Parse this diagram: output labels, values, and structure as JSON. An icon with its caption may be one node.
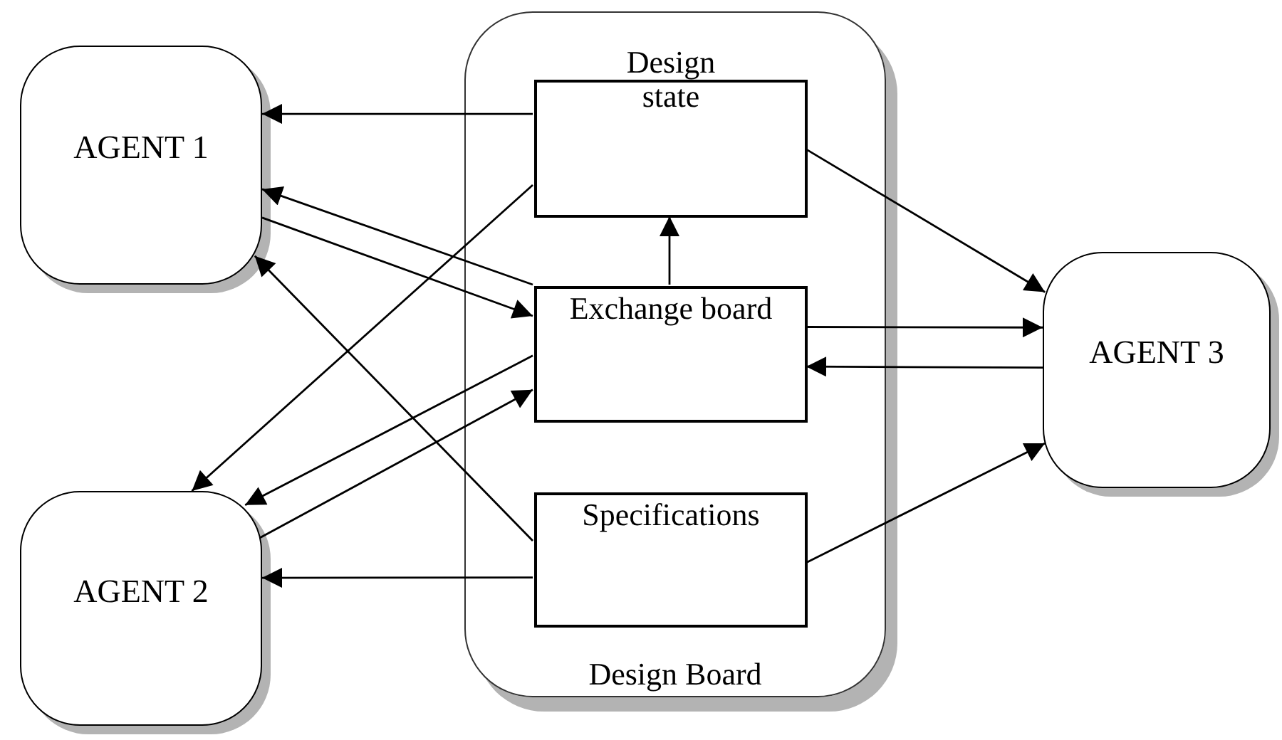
{
  "diagram": {
    "nodes": [
      {
        "text": [
          "AGENT 1"
        ]
      },
      {
        "text": [
          "AGENT 2"
        ]
      },
      {
        "text": [
          "Design Board"
        ]
      },
      {
        "text": [
          "Design state"
        ],
        "in": 2
      },
      {
        "text": [
          "Exchange board"
        ],
        "in": 2
      },
      {
        "text": [
          "Specifications"
        ],
        "in": 2
      },
      {
        "text": [
          "AGENT 3"
        ]
      }
    ],
    "edges": [
      {
        "from": 3,
        "to": 0,
        "arrow": "to"
      },
      {
        "from": 4,
        "to": 0,
        "arrow": "to"
      },
      {
        "from": 0,
        "to": 4,
        "arrow": "to"
      },
      {
        "from": 5,
        "to": 0,
        "arrow": "to"
      },
      {
        "from": 3,
        "to": 1,
        "arrow": "to"
      },
      {
        "from": 4,
        "to": 1,
        "arrow": "to"
      },
      {
        "from": 1,
        "to": 4,
        "arrow": "to"
      },
      {
        "from": 5,
        "to": 1,
        "arrow": "to"
      },
      {
        "from": 4,
        "to": 3,
        "arrow": "to"
      },
      {
        "from": 3,
        "to": 6,
        "arrow": "to"
      },
      {
        "from": 4,
        "to": 6,
        "arrow": "to"
      },
      {
        "from": 6,
        "to": 4,
        "arrow": "to"
      },
      {
        "from": 5,
        "to": 6,
        "arrow": "to"
      }
    ]
  }
}
